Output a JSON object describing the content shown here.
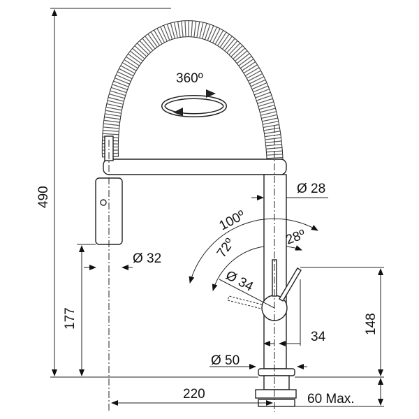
{
  "drawing": {
    "rotation_label": "360º",
    "diameters": {
      "hose_arm": "Ø 28",
      "spray_head": "Ø 32",
      "handle": "Ø 34",
      "base": "Ø 50"
    },
    "angles": {
      "total": "100º",
      "left": "72º",
      "right": "28º"
    },
    "dimensions": {
      "height_total": "490",
      "spray_height": "177",
      "lever_height": "148",
      "lever_offset": "34",
      "reach": "220",
      "deck_thickness": "60 Max."
    }
  }
}
